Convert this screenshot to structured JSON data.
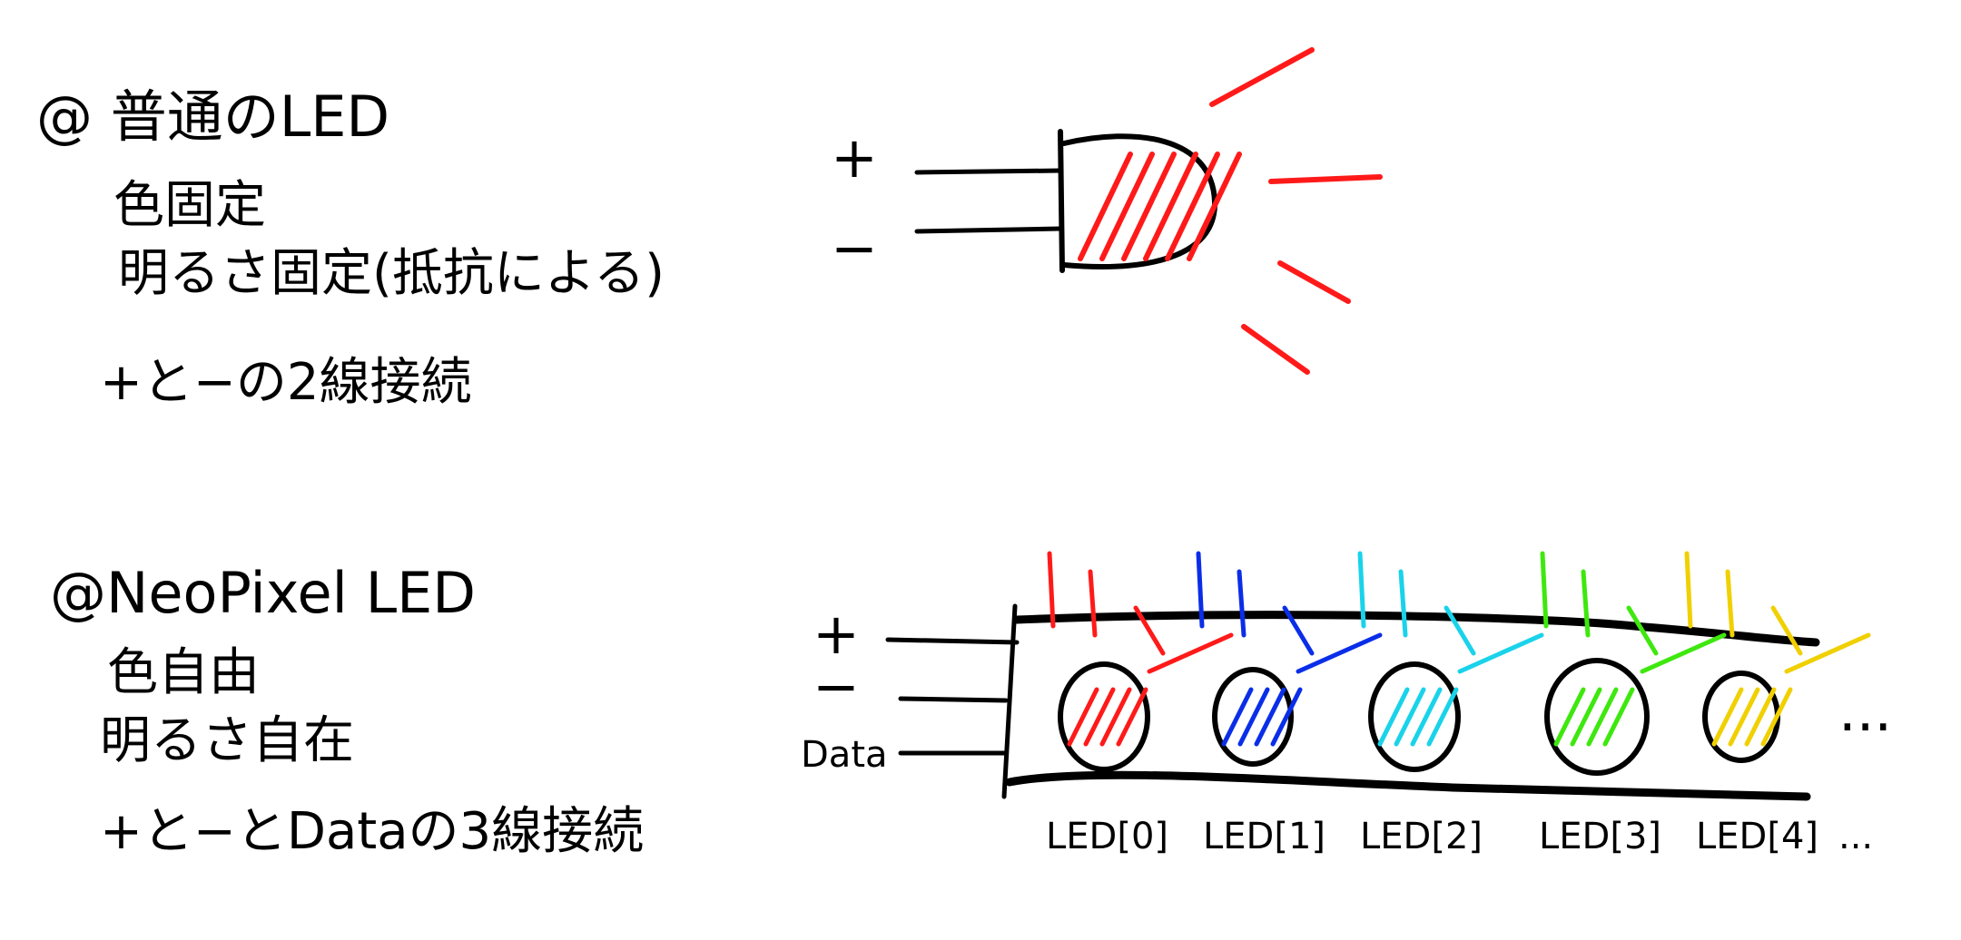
{
  "section_normal": {
    "title": "@ 普通のLED",
    "lines": [
      "色固定",
      "明るさ固定(抵抗による)",
      "+と−の2線接続"
    ],
    "plus_label": "+",
    "minus_label": "−",
    "color": "#ff1a1a"
  },
  "section_neopixel": {
    "title": "@NeoPixel LED",
    "lines": [
      "色自由",
      "明るさ自在",
      "+と−とDataの3線接続"
    ],
    "plus_label": "+",
    "minus_label": "−",
    "data_label": "Data",
    "ellipsis": "...",
    "leds": [
      {
        "label": "LED[0]",
        "color": "#ff1a1a"
      },
      {
        "label": "LED[1]",
        "color": "#0a2ee8"
      },
      {
        "label": "LED[2]",
        "color": "#19d3ea"
      },
      {
        "label": "LED[3]",
        "color": "#3ee80e"
      },
      {
        "label": "LED[4]",
        "color": "#f0d000"
      }
    ],
    "labels_ellipsis": "..."
  }
}
